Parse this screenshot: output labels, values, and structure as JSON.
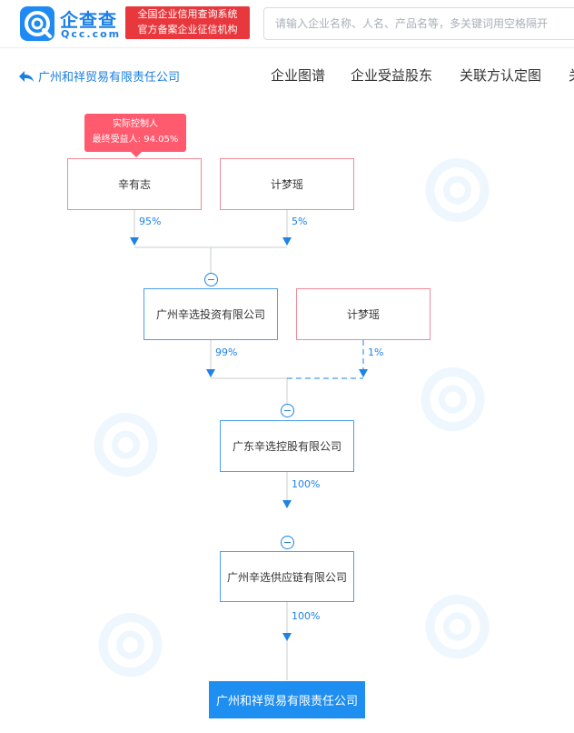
{
  "header": {
    "brand_name": "企查查",
    "brand_domain": "Qcc.com",
    "badge_line1": "全国企业信用查询系统",
    "badge_line2": "官方备案企业征信机构",
    "search_placeholder": "请输入企业名称、人名、产品名等，多关键词用空格隔开"
  },
  "nav": {
    "back_label": "广州和祥贸易有限责任公司",
    "tabs": [
      "企业图谱",
      "企业受益股东",
      "关联方认定图",
      "关"
    ]
  },
  "tag": {
    "line1": "实际控制人",
    "line2": "最终受益人: 94.05%"
  },
  "nodes": {
    "p_xin": "辛有志",
    "p_ji1": "计梦瑶",
    "c_invest": "广州辛选投资有限公司",
    "p_ji2": "计梦瑶",
    "c_holding": "广东辛选控股有限公司",
    "c_supply": "广州辛选供应链有限公司",
    "target": "广州和祥贸易有限责任公司"
  },
  "edges": {
    "xin_invest": "95%",
    "ji_invest": "5%",
    "invest_holding": "99%",
    "ji2_holding": "1%",
    "holding_supply": "100%",
    "supply_target": "100%"
  },
  "colors": {
    "brand": "#1f8bf2",
    "person_border": "#f08a98",
    "company_border": "#4a9ff0",
    "target_fill": "#1e8ff0",
    "tag_fill": "#ff5a6e",
    "badge_fill": "#e8383d"
  }
}
